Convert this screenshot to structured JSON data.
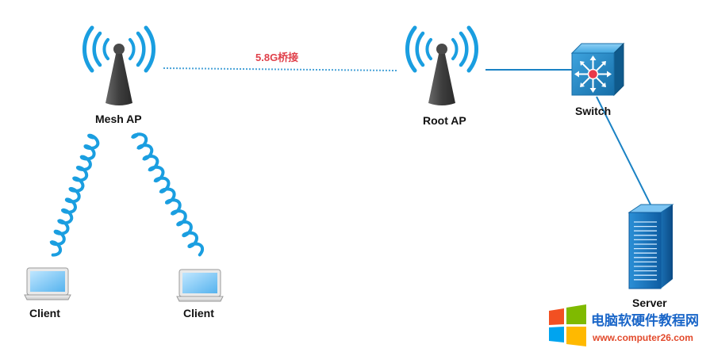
{
  "nodes": {
    "mesh_ap": "Mesh AP",
    "root_ap": "Root AP",
    "switch": "Switch",
    "server": "Server",
    "client_left": "Client",
    "client_right": "Client"
  },
  "links": {
    "bridge_label": "5.8G桥接"
  },
  "colors": {
    "wifi_blue": "#1a9ee0",
    "antenna_grey": "#4a4a4a",
    "bridge_red": "#e0404a",
    "switch_blue": "#1e86c8",
    "switch_center": "#e8384a"
  },
  "watermark": {
    "title": "电脑软硬件教程网",
    "url": "www.computer26.com"
  }
}
